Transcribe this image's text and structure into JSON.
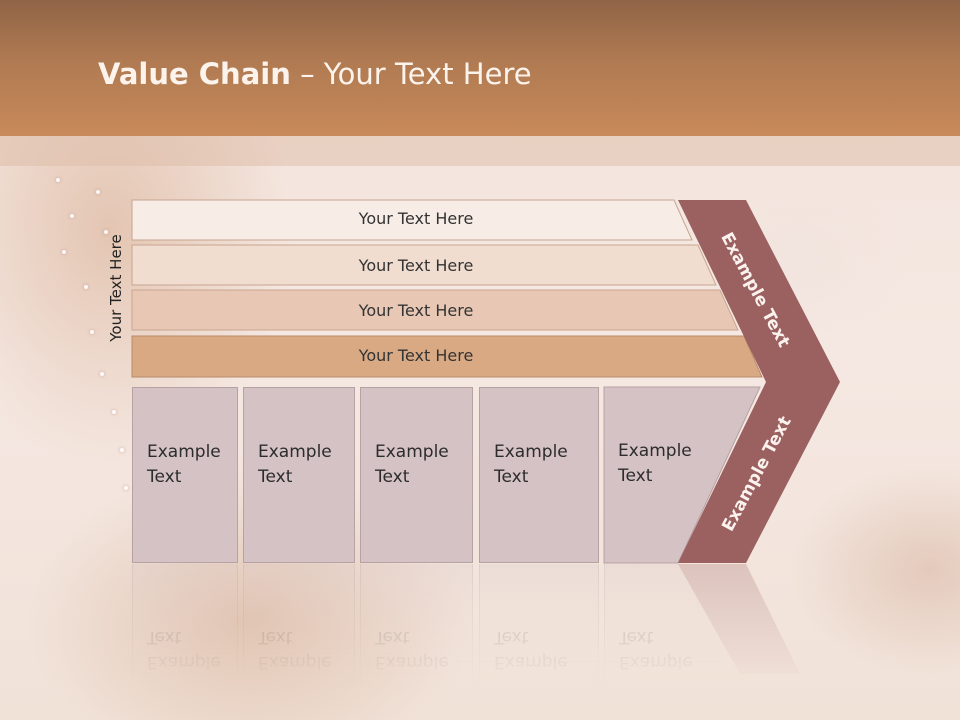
{
  "slide": {
    "title_bold": "Value Chain",
    "title_rest": " – Your Text Here"
  },
  "diagram": {
    "side_label": "Your Text Here",
    "rows": [
      {
        "label": "Your Text Here",
        "color": "#f7ece6"
      },
      {
        "label": "Your Text Here",
        "color": "#f0ddd0"
      },
      {
        "label": "Your Text Here",
        "color": "#e8c8b4"
      },
      {
        "label": "Your Text Here",
        "color": "#d9a984"
      }
    ],
    "boxes": [
      {
        "label": "Example\nText"
      },
      {
        "label": "Example\nText"
      },
      {
        "label": "Example\nText"
      },
      {
        "label": "Example\nText"
      },
      {
        "label": "Example\nText"
      }
    ],
    "chevron": {
      "top_label": "Example Text",
      "bottom_label": "Example Text",
      "color": "#9b6060"
    }
  }
}
